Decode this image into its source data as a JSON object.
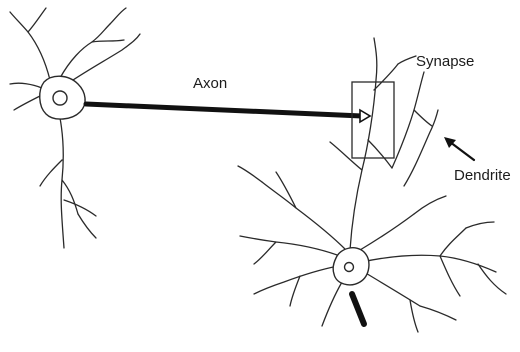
{
  "labels": {
    "axon": "Axon",
    "synapse": "Synapse",
    "dendrite": "Dendrite"
  },
  "colors": {
    "ink": "#2a2a2a",
    "background": "#ffffff"
  }
}
